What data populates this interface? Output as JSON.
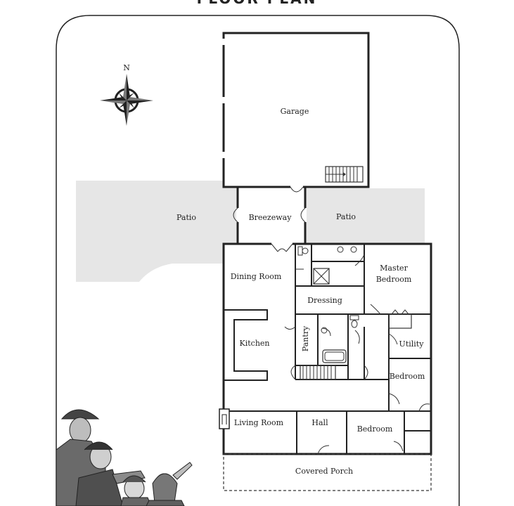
{
  "title": "FLOOR PLAN",
  "compass": {
    "north": "N"
  },
  "rooms": {
    "garage": "Garage",
    "patio_left": "Patio",
    "breezeway": "Breezeway",
    "patio_right": "Patio",
    "dining_room": "Dining Room",
    "master_bedroom_line1": "Master",
    "master_bedroom_line2": "Bedroom",
    "dressing": "Dressing",
    "pantry": "Pantry",
    "kitchen": "Kitchen",
    "utility": "Utility",
    "bedroom_right": "Bedroom",
    "living_room": "Living Room",
    "hall": "Hall",
    "bedroom_bottom": "Bedroom",
    "covered_porch": "Covered Porch"
  }
}
